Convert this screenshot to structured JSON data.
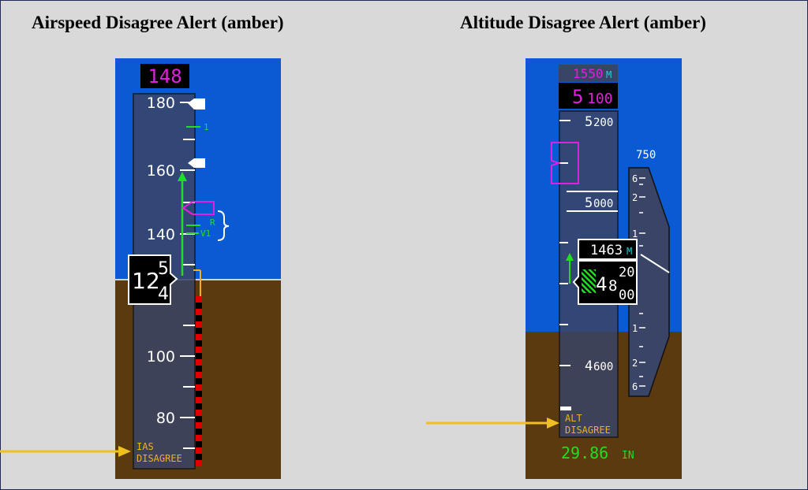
{
  "titles": {
    "left": "Airspeed Disagree Alert (amber)",
    "right": "Altitude Disagree Alert (amber)"
  },
  "airspeed": {
    "selected_speed": "148",
    "ticks": [
      "180",
      "160",
      "140",
      "100",
      "80"
    ],
    "bug_labels": {
      "one": "1",
      "r": "R",
      "v1": "V1"
    },
    "current": {
      "tens": "12",
      "ones_top": "5",
      "ones_bottom": "4"
    },
    "alert": {
      "line1": "IAS",
      "line2": "DISAGREE"
    }
  },
  "altitude": {
    "selected_meters": "1550",
    "selected_meters_unit": "M",
    "selected_feet_big": "5",
    "selected_feet_small": "100",
    "ticks": [
      {
        "big": "5",
        "small": "200"
      },
      {
        "big": "5",
        "small": "000"
      },
      {
        "big": "4",
        "small": "600"
      }
    ],
    "vsi_value": "750",
    "vsi_scale": [
      "6",
      "2",
      "1",
      "1",
      "2",
      "6"
    ],
    "current_meters": "1463",
    "current_meters_unit": "M",
    "current_feet": {
      "big": "4",
      "mid": "8",
      "top": "20",
      "bottom": "00"
    },
    "alert": {
      "line1": "ALT",
      "line2": "DISAGREE"
    },
    "baro": {
      "value": "29.86",
      "unit": "IN"
    }
  },
  "colors": {
    "sky": "#0a5bd3",
    "ground": "#5b3a10",
    "tape": "#3a4466",
    "magenta": "#e020e0",
    "green": "#22dd22",
    "amber": "#f0b020",
    "arrow": "#f0c020"
  }
}
